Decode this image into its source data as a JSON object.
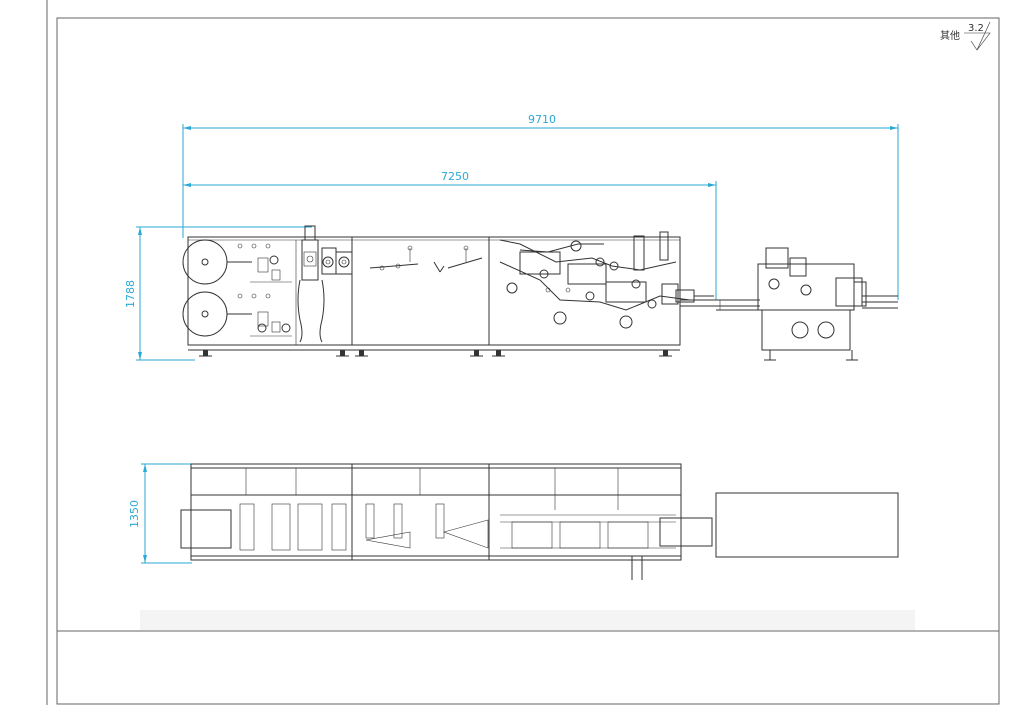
{
  "title_block": {
    "note_label": "其他",
    "roughness_value": "3.2"
  },
  "dimensions": {
    "overall_length": "9710",
    "machine_length": "7250",
    "height": "1788",
    "width": "1350"
  }
}
